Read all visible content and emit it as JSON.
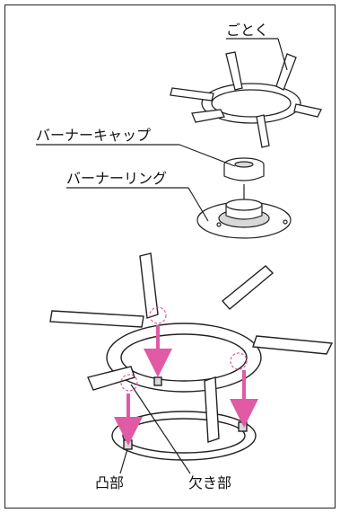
{
  "labels": {
    "trivet": "ごとく",
    "burner_cap": "バーナーキャップ",
    "burner_ring": "バーナーリング",
    "protrusion": "凸部",
    "notch": "欠き部"
  },
  "colors": {
    "arrow": "#e05aa6",
    "line": "#222222",
    "part_fill": "#ffffff",
    "shade": "#d8d8d8"
  }
}
